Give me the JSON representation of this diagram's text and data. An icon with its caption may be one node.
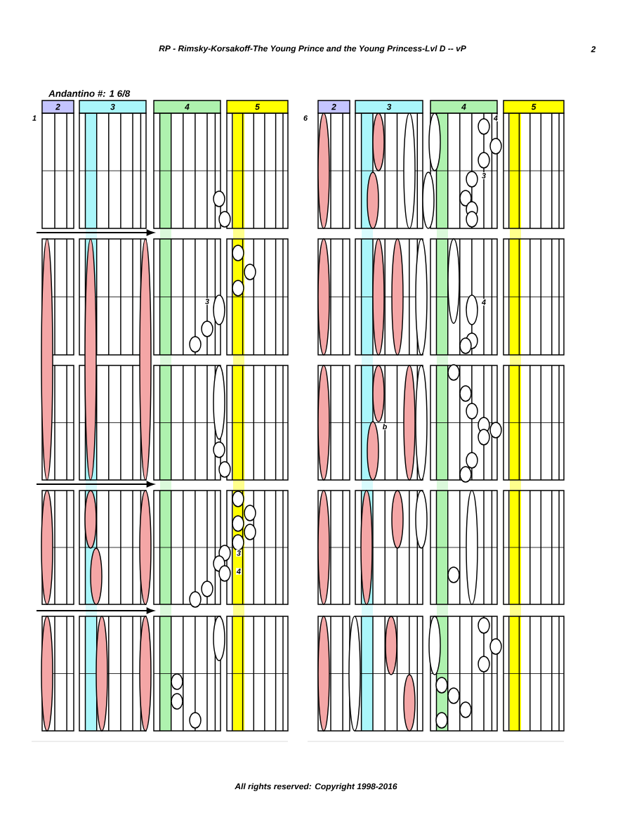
{
  "diagram": {
    "title": "RP - Rimsky-Korsakoff-The Young Prince and the Young Princess-Lvl D --  vP",
    "nodes": [
      {
        "text": [
          "2"
        ]
      },
      {
        "text": [
          "3"
        ]
      },
      {
        "text": [
          "4"
        ]
      },
      {
        "text": [
          "5"
        ]
      },
      {
        "text": [
          "2"
        ]
      },
      {
        "text": [
          "3"
        ]
      },
      {
        "text": [
          "4"
        ]
      },
      {
        "text": [
          "5"
        ]
      }
    ],
    "labels": [
      "2",
      "Andantino   #: 1   6/8",
      "1",
      "6",
      "4",
      "3",
      "3",
      "4",
      "b",
      "3",
      "4",
      "All rights reserved: Copyright 1998-2016"
    ]
  }
}
